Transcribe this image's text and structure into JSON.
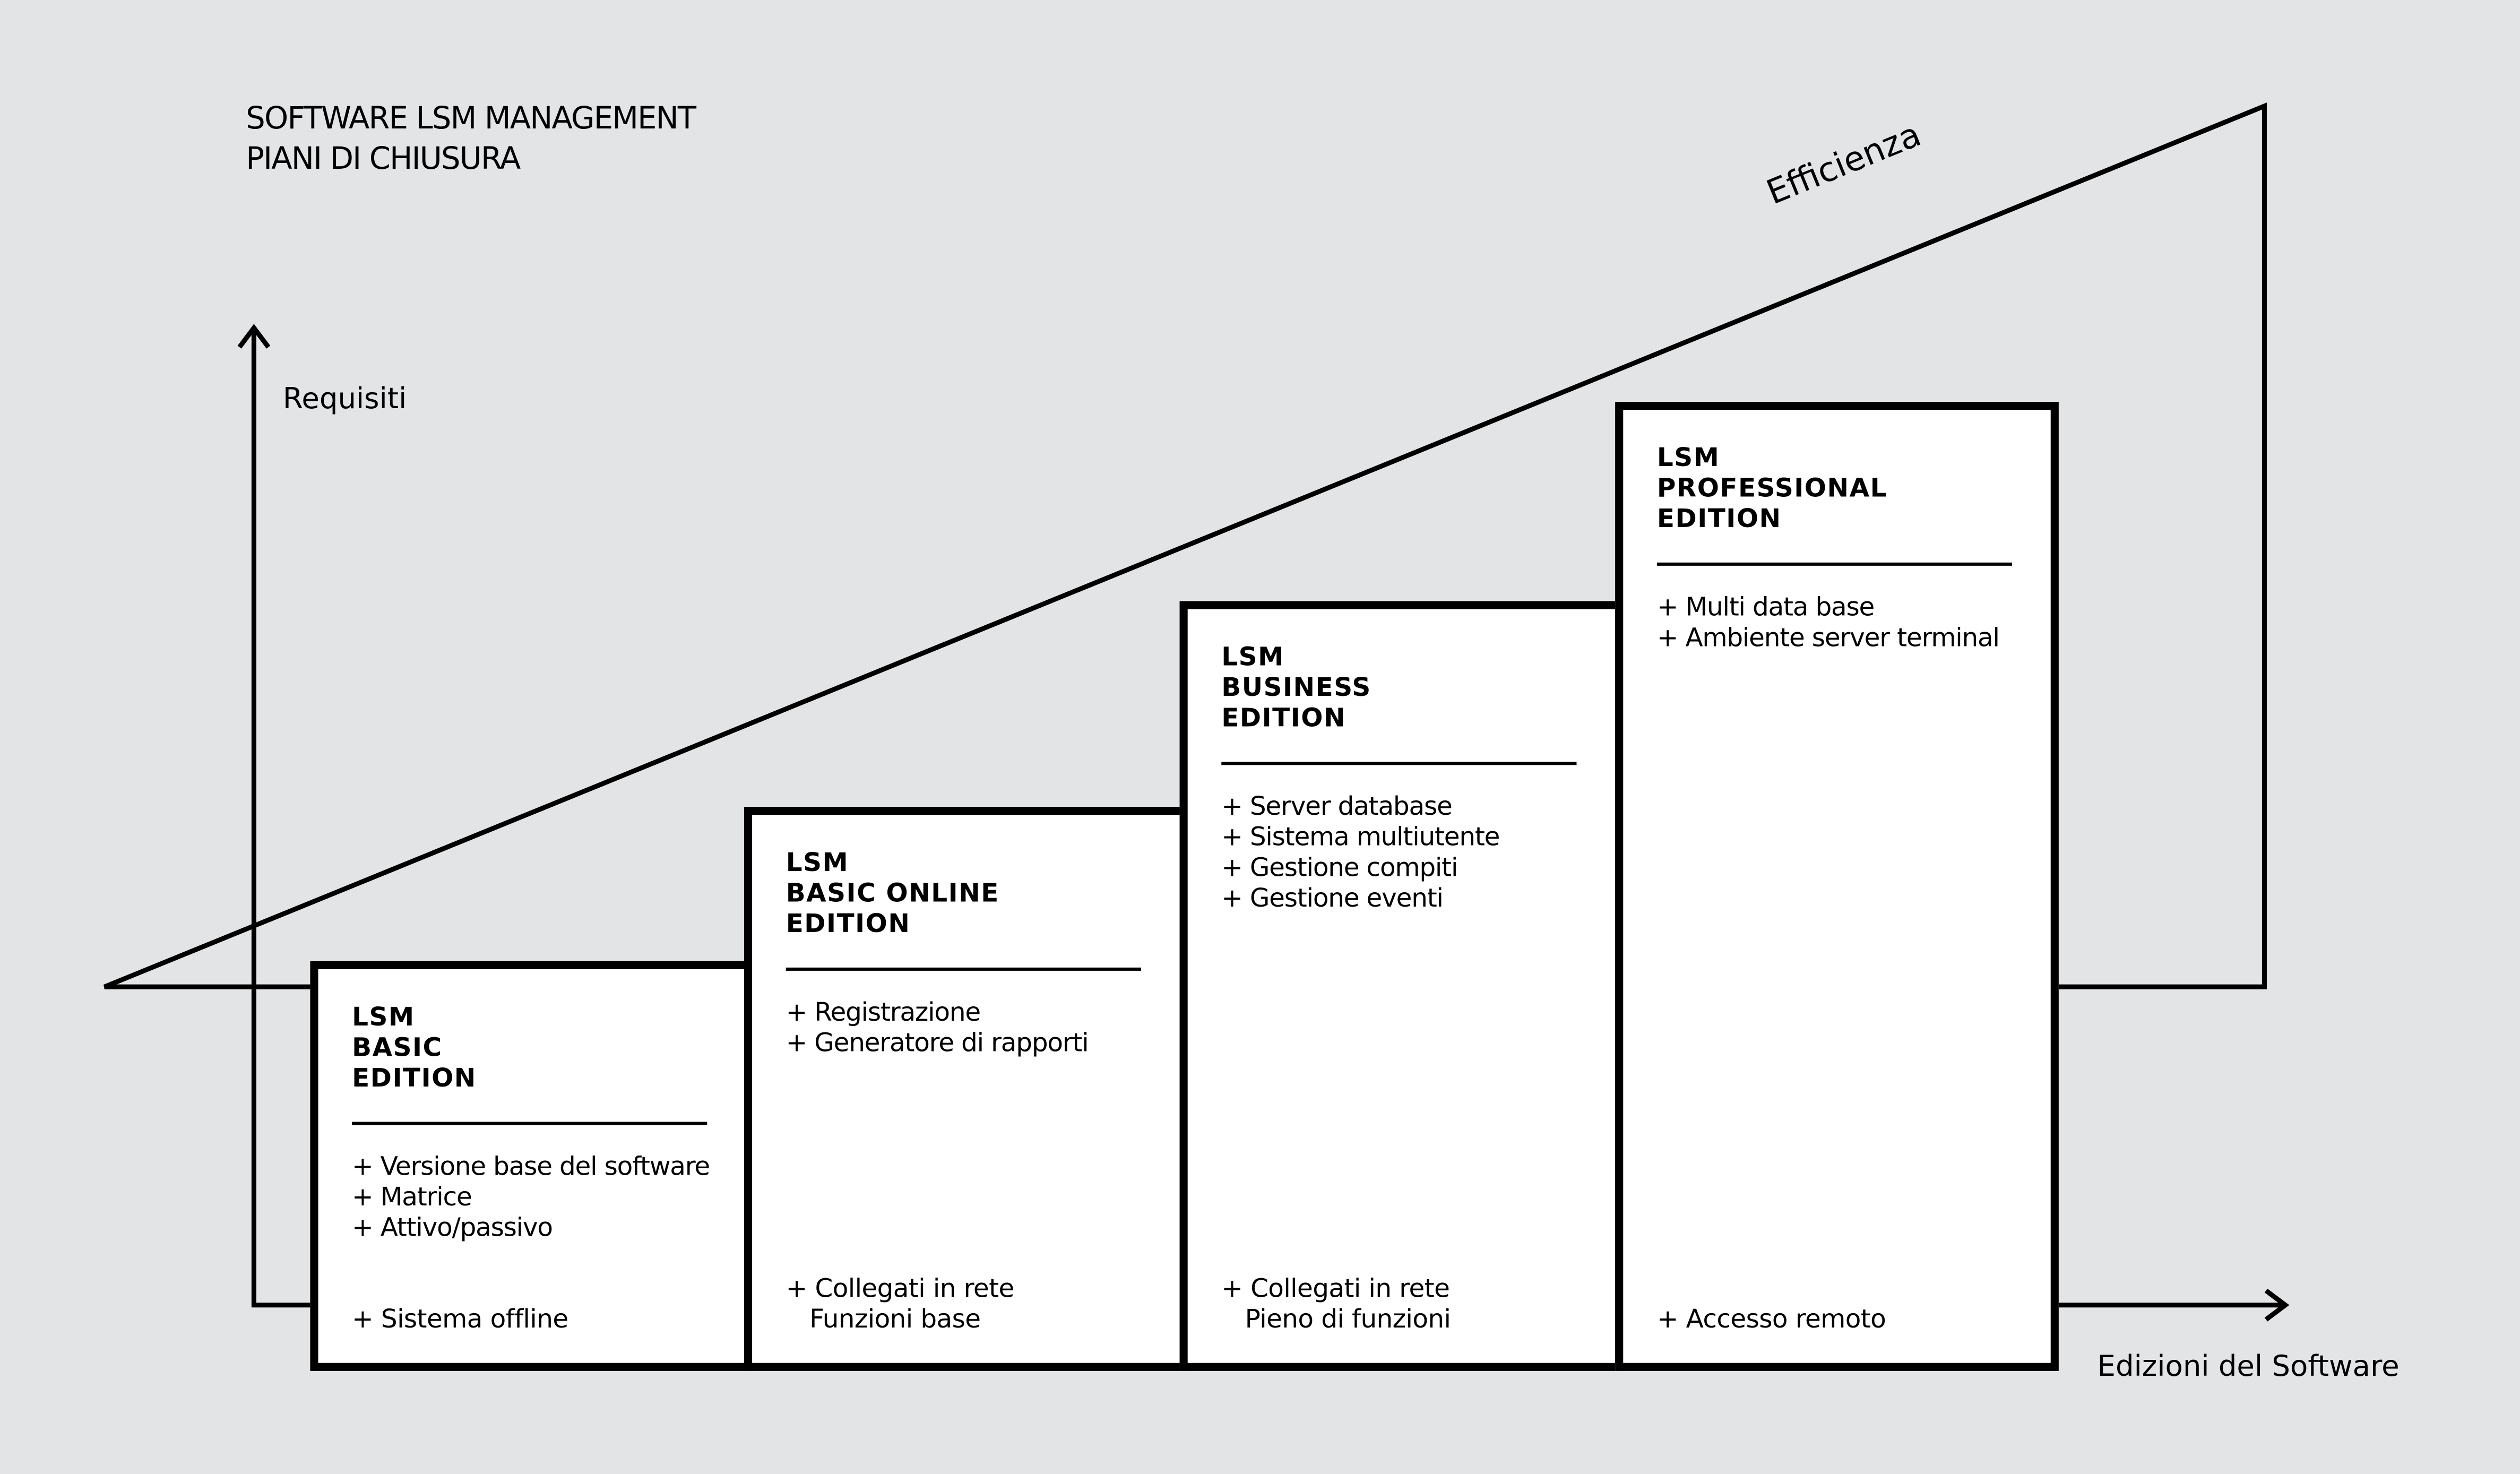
{
  "title": {
    "line1": "SOFTWARE LSM MANAGEMENT",
    "line2": "PIANI DI CHIUSURA"
  },
  "axes": {
    "y_label": "Requisiti",
    "x_label": "Edizioni del Software",
    "trend_label": "Efficienza"
  },
  "editions": [
    {
      "title": [
        "LSM",
        "BASIC",
        "EDITION"
      ],
      "features": [
        "+ Versione base del software",
        "+ Matrice",
        "+ Attivo/passivo"
      ],
      "bottom": "+ Sistema offline"
    },
    {
      "title": [
        "LSM",
        "BASIC ONLINE",
        "EDITION"
      ],
      "features": [
        "+ Registrazione",
        "+ Generatore di rapporti"
      ],
      "bottom": "+ Collegati in rete\n   Funzioni base"
    },
    {
      "title": [
        "LSM",
        "BUSINESS",
        "EDITION"
      ],
      "features": [
        "+ Server database",
        "+ Sistema multiutente",
        "+ Gestione compiti",
        "+ Gestione eventi"
      ],
      "bottom": "+ Collegati in rete\n   Pieno di funzioni"
    },
    {
      "title": [
        "LSM",
        "PROFESSIONAL",
        "EDITION"
      ],
      "features": [
        "+ Multi data base",
        "+ Ambiente server terminal"
      ],
      "bottom": "+ Accesso remoto"
    }
  ]
}
